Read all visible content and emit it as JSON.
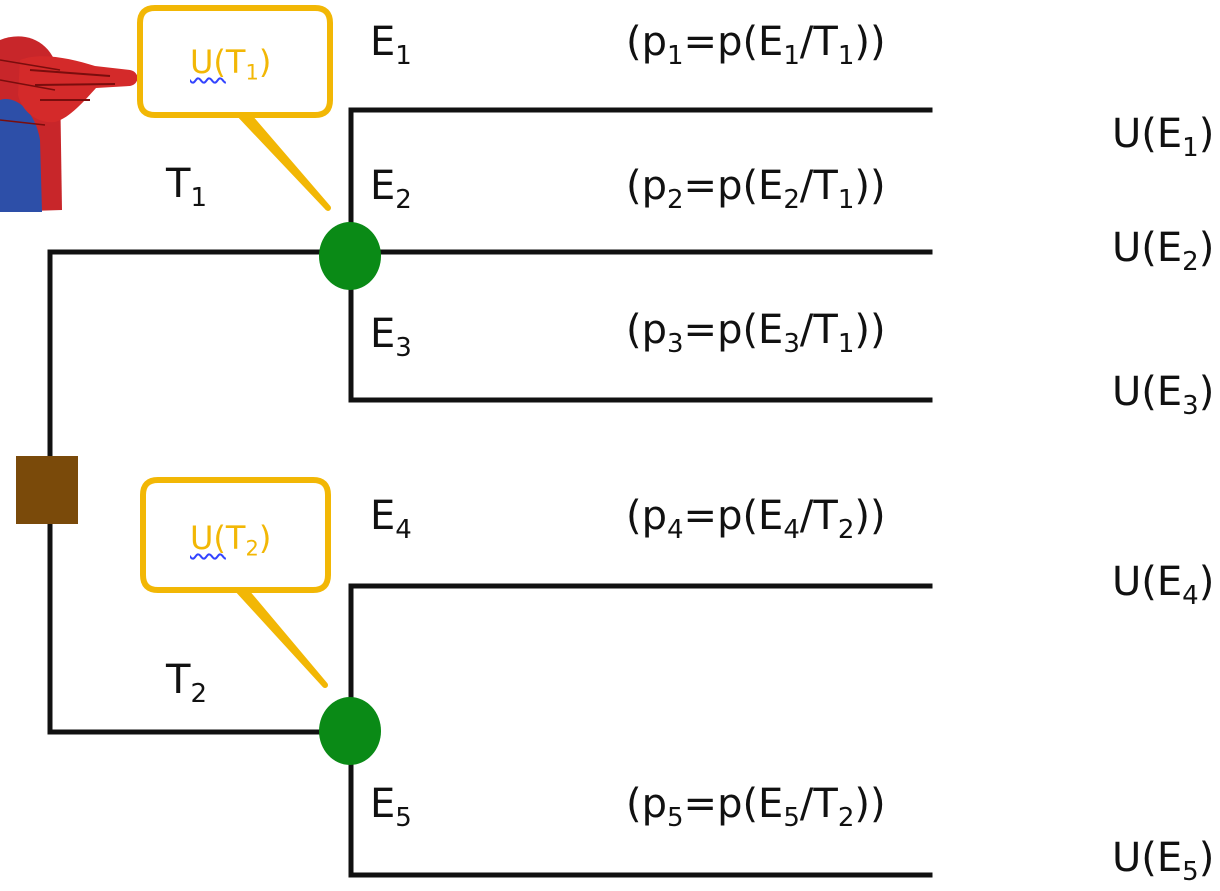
{
  "colors": {
    "line": "#111111",
    "chance_node": "#0a8a16",
    "decision_node": "#7a4a0a",
    "callout": "#f2b705",
    "spelling_underline": "#3344ff"
  },
  "decision_node": {
    "shape": "square"
  },
  "callouts": [
    {
      "id": "T1",
      "fn": "U(",
      "base": "T",
      "sub": "1",
      "close": ")"
    },
    {
      "id": "T2",
      "fn": "U(",
      "base": "T",
      "sub": "2",
      "close": ")"
    }
  ],
  "branches": [
    {
      "id": "T1",
      "base": "T",
      "sub": "1"
    },
    {
      "id": "T2",
      "base": "T",
      "sub": "2"
    }
  ],
  "events": [
    {
      "id": "E1",
      "base": "E",
      "sub": "1"
    },
    {
      "id": "E2",
      "base": "E",
      "sub": "2"
    },
    {
      "id": "E3",
      "base": "E",
      "sub": "3"
    },
    {
      "id": "E4",
      "base": "E",
      "sub": "4"
    },
    {
      "id": "E5",
      "base": "E",
      "sub": "5"
    }
  ],
  "probabilities": [
    {
      "p_sub": "1",
      "e_sub": "1",
      "t_sub": "1"
    },
    {
      "p_sub": "2",
      "e_sub": "2",
      "t_sub": "1"
    },
    {
      "p_sub": "3",
      "e_sub": "3",
      "t_sub": "1"
    },
    {
      "p_sub": "4",
      "e_sub": "4",
      "t_sub": "2"
    },
    {
      "p_sub": "5",
      "e_sub": "5",
      "t_sub": "2"
    }
  ],
  "probability_text": {
    "open": "(p",
    "eq": "=p(E",
    "slash": "/T",
    "close": "))"
  },
  "utilities": [
    {
      "fn": "U(E",
      "sub": "1",
      "close": ")"
    },
    {
      "fn": "U(E",
      "sub": "2",
      "close": ")"
    },
    {
      "fn": "U(E",
      "sub": "3",
      "close": ")"
    },
    {
      "fn": "U(E",
      "sub": "4",
      "close": ")"
    },
    {
      "fn": "U(E",
      "sub": "5",
      "close": ")"
    }
  ],
  "pointing_figure": {
    "icon": "pointing-hand-icon"
  }
}
